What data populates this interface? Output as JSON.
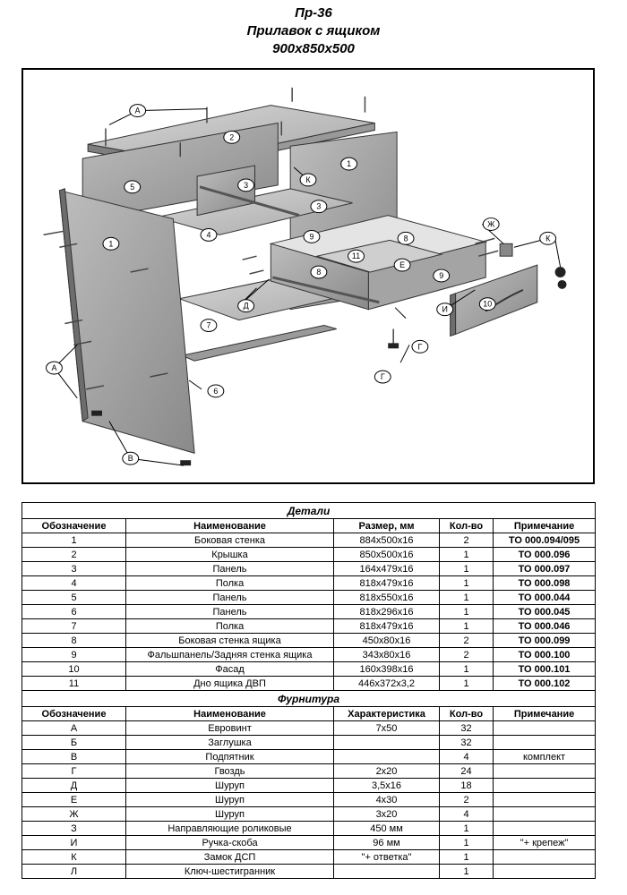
{
  "header": {
    "code": "Пр-36",
    "name": "Прилавок с ящиком",
    "size": "900х850х500"
  },
  "callouts": [
    "А",
    "2",
    "1",
    "К",
    "5",
    "3",
    "3",
    "Ж",
    "К",
    "9",
    "8",
    "4",
    "1",
    "11",
    "Е",
    "9",
    "8",
    "Д",
    "И",
    "10",
    "7",
    "Г",
    "А",
    "6",
    "Г",
    "В"
  ],
  "details": {
    "section_title": "Детали",
    "headers": [
      "Обозначение",
      "Наименование",
      "Размер, мм",
      "Кол-во",
      "Примечание"
    ],
    "rows": [
      [
        "1",
        "Боковая стенка",
        "884х500х16",
        "2",
        "ТО 000.094/095"
      ],
      [
        "2",
        "Крышка",
        "850х500х16",
        "1",
        "ТО 000.096"
      ],
      [
        "3",
        "Панель",
        "164х479х16",
        "1",
        "ТО 000.097"
      ],
      [
        "4",
        "Полка",
        "818х479х16",
        "1",
        "ТО 000.098"
      ],
      [
        "5",
        "Панель",
        "818х550х16",
        "1",
        "ТО 000.044"
      ],
      [
        "6",
        "Панель",
        "818х296х16",
        "1",
        "ТО 000.045"
      ],
      [
        "7",
        "Полка",
        "818х479х16",
        "1",
        "ТО 000.046"
      ],
      [
        "8",
        "Боковая стенка ящика",
        "450х80х16",
        "2",
        "ТО 000.099"
      ],
      [
        "9",
        "Фальшпанель/Задняя стенка ящика",
        "343х80х16",
        "2",
        "ТО 000.100"
      ],
      [
        "10",
        "Фасад",
        "160х398х16",
        "1",
        "ТО 000.101"
      ],
      [
        "11",
        "Дно ящика ДВП",
        "446х372х3,2",
        "1",
        "ТО 000.102"
      ]
    ]
  },
  "hardware": {
    "section_title": "Фурнитура",
    "headers": [
      "Обозначение",
      "Наименование",
      "Характеристика",
      "Кол-во",
      "Примечание"
    ],
    "rows": [
      [
        "А",
        "Евровинт",
        "7х50",
        "32",
        ""
      ],
      [
        "Б",
        "Заглушка",
        "",
        "32",
        ""
      ],
      [
        "В",
        "Подпятник",
        "",
        "4",
        "комплект"
      ],
      [
        "Г",
        "Гвоздь",
        "2х20",
        "24",
        ""
      ],
      [
        "Д",
        "Шуруп",
        "3,5х16",
        "18",
        ""
      ],
      [
        "Е",
        "Шуруп",
        "4х30",
        "2",
        ""
      ],
      [
        "Ж",
        "Шуруп",
        "3х20",
        "4",
        ""
      ],
      [
        "З",
        "Направляющие роликовые",
        "450 мм",
        "1",
        ""
      ],
      [
        "И",
        "Ручка-скоба",
        "96 мм",
        "1",
        "\"+ крепеж\""
      ],
      [
        "К",
        "Замок ДСП",
        "\"+ ответка\"",
        "1",
        ""
      ],
      [
        "Л",
        "Ключ-шестигранник",
        "",
        "1",
        ""
      ]
    ]
  }
}
